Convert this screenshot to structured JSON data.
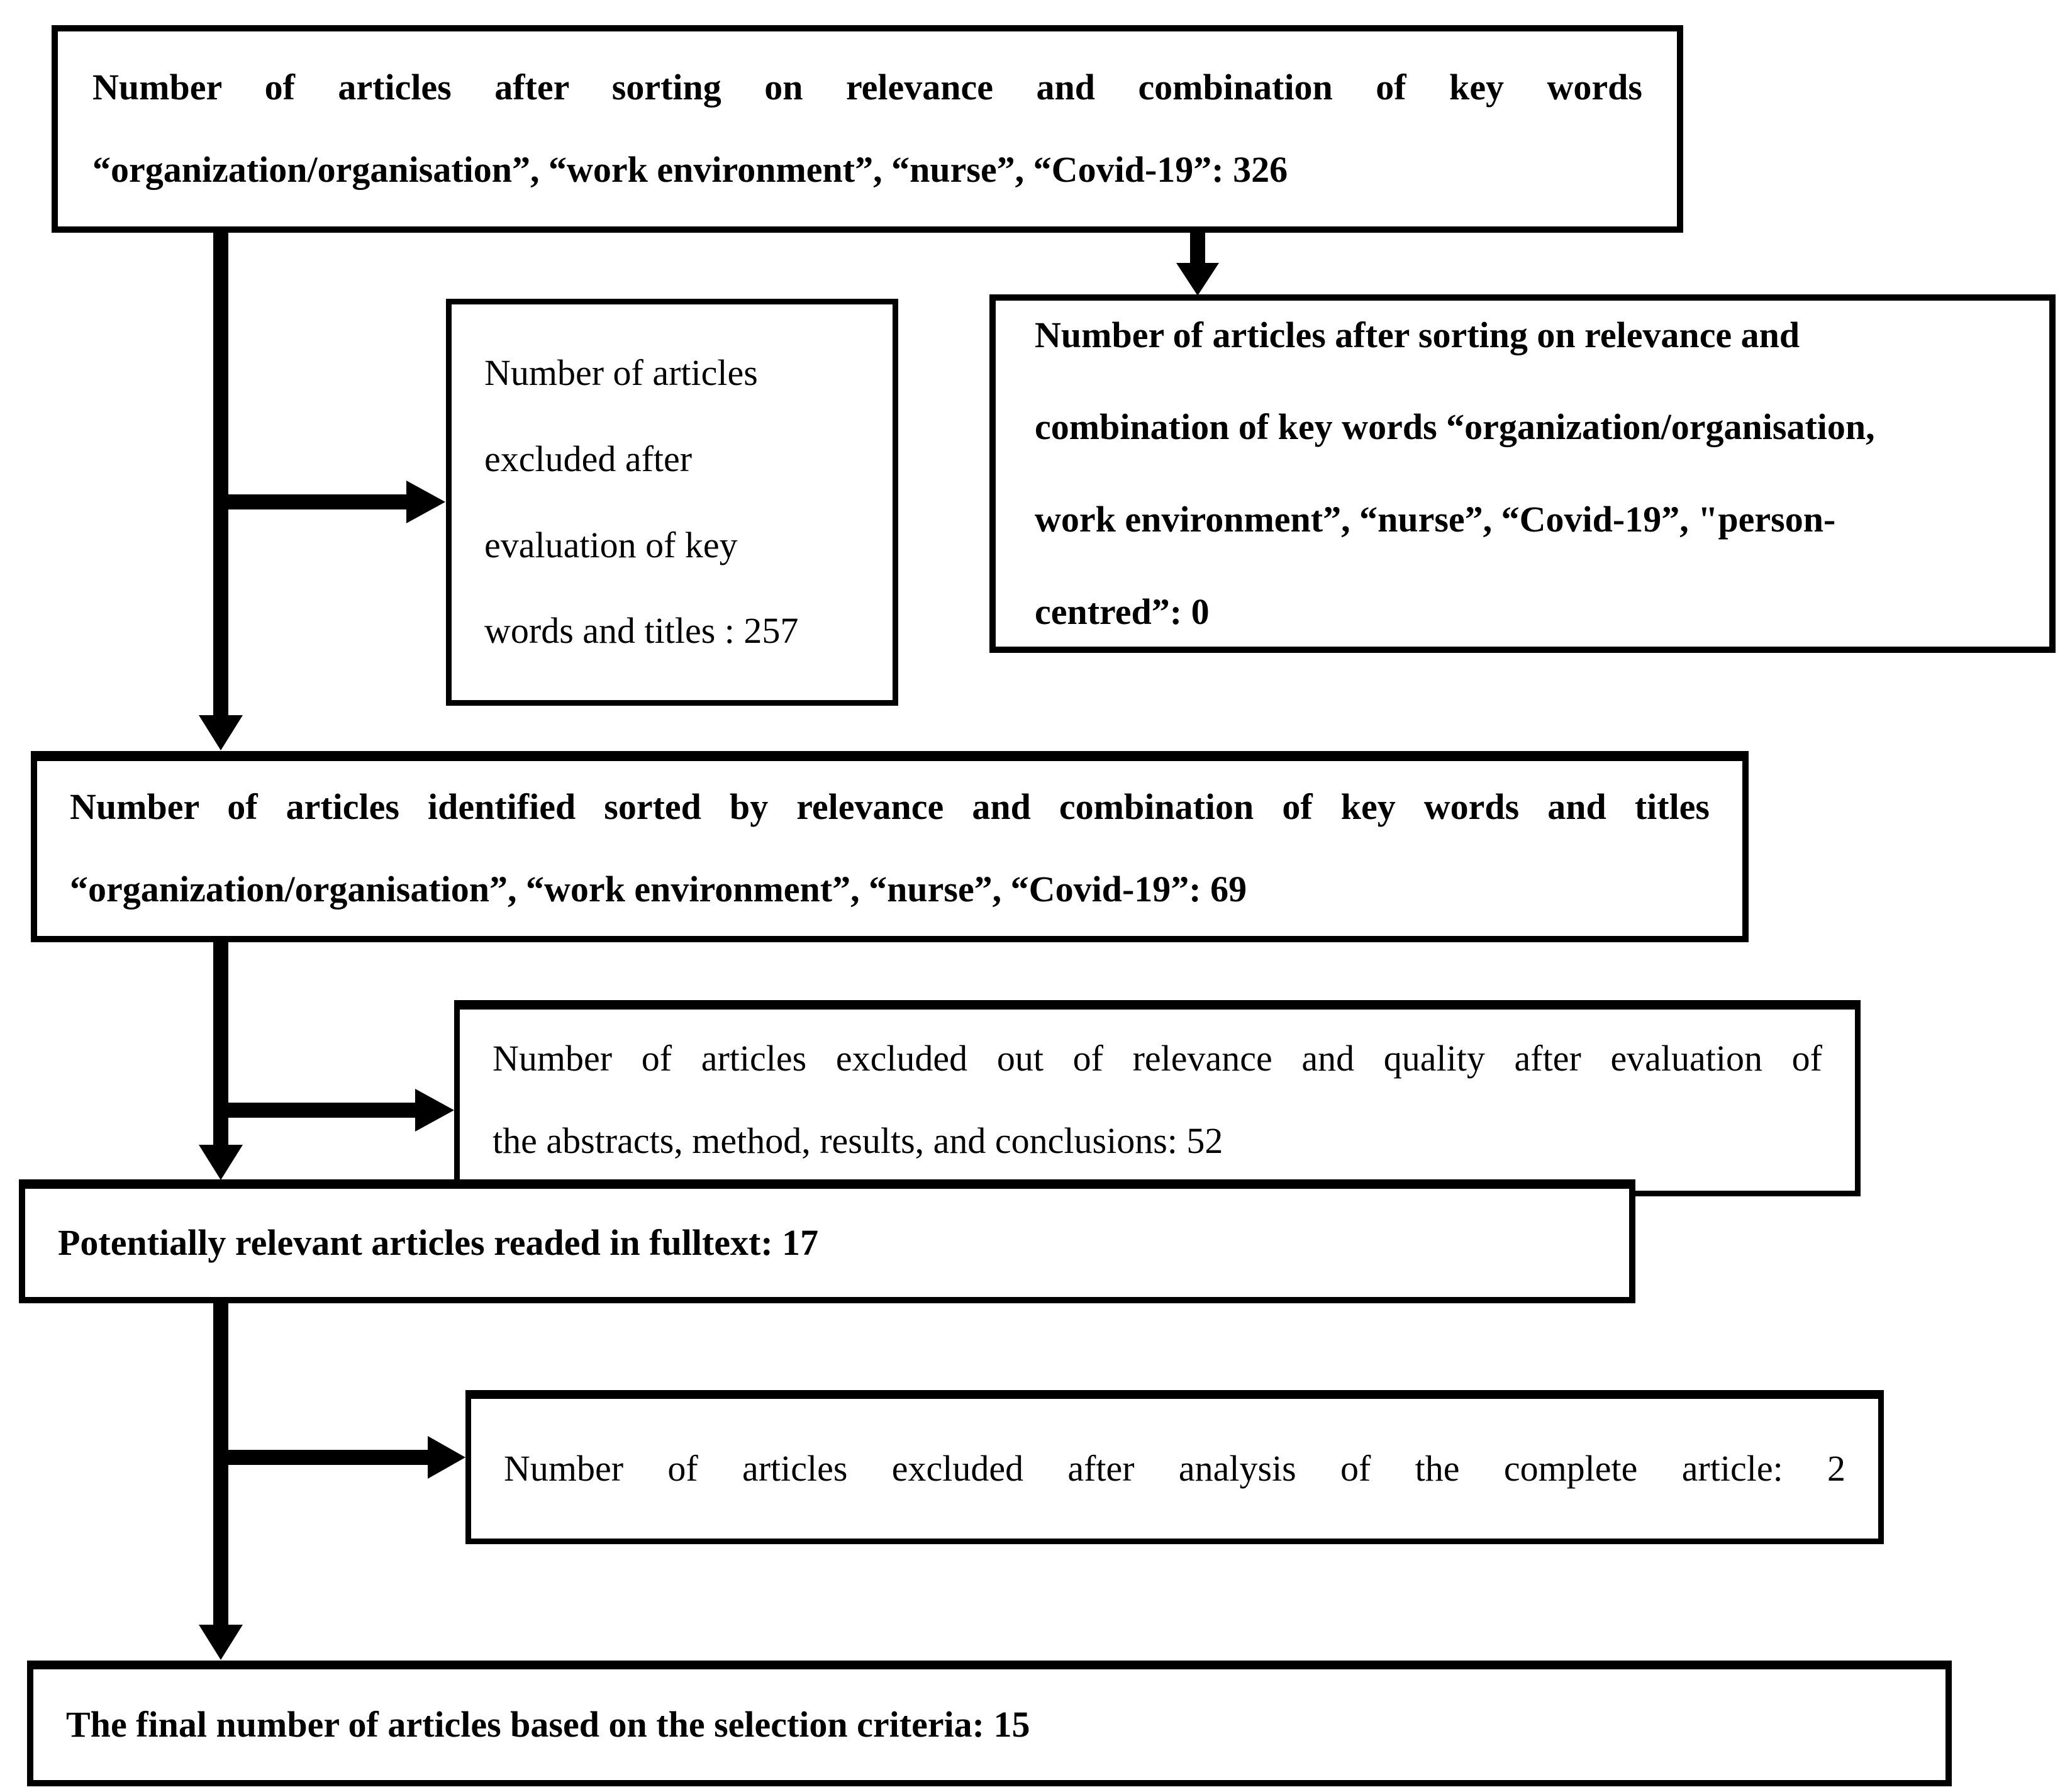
{
  "colors": {
    "ink": "#000000",
    "background": "#ffffff"
  },
  "boxes": {
    "initial": {
      "count": 326,
      "lines": [
        "Number of articles after sorting on relevance and combination of key words",
        "“organization/organisation”, “work environment”, “nurse”, “Covid-19”: 326"
      ]
    },
    "excluded_titles": {
      "count": 257,
      "lines": [
        "Number of articles",
        "excluded after",
        "evaluation of key",
        "words and titles : 257"
      ]
    },
    "person_centred": {
      "count": 0,
      "lines": [
        "Number of articles after sorting on relevance and",
        "combination of key words “organization/organisation,",
        "work environment”, “nurse”, “Covid-19”, \"person-",
        "centred”: 0"
      ]
    },
    "identified": {
      "count": 69,
      "lines": [
        "Number of articles identified sorted by relevance and combination of key words and titles",
        "“organization/organisation”, “work environment”, “nurse”, “Covid-19”: 69"
      ]
    },
    "excluded_abstracts": {
      "count": 52,
      "lines": [
        "Number of articles excluded out of relevance and quality after evaluation of",
        "the abstracts, method, results, and conclusions: 52"
      ]
    },
    "fulltext": {
      "count": 17,
      "lines": [
        "Potentially relevant articles readed in fulltext: 17"
      ]
    },
    "excluded_fulltext": {
      "count": 2,
      "lines": [
        "Number of articles excluded after analysis of the complete article: 2"
      ]
    },
    "final": {
      "count": 15,
      "lines": [
        "The final number of articles based on the selection criteria: 15"
      ]
    }
  },
  "arrows": [
    {
      "from": "initial",
      "to": "identified",
      "direction": "down"
    },
    {
      "from": "initial",
      "to": "excluded_titles",
      "direction": "right"
    },
    {
      "from": "initial",
      "to": "person_centred",
      "direction": "down"
    },
    {
      "from": "identified",
      "to": "fulltext",
      "direction": "down"
    },
    {
      "from": "identified",
      "to": "excluded_abstracts",
      "direction": "right"
    },
    {
      "from": "fulltext",
      "to": "final",
      "direction": "down"
    },
    {
      "from": "fulltext",
      "to": "excluded_fulltext",
      "direction": "right"
    }
  ]
}
